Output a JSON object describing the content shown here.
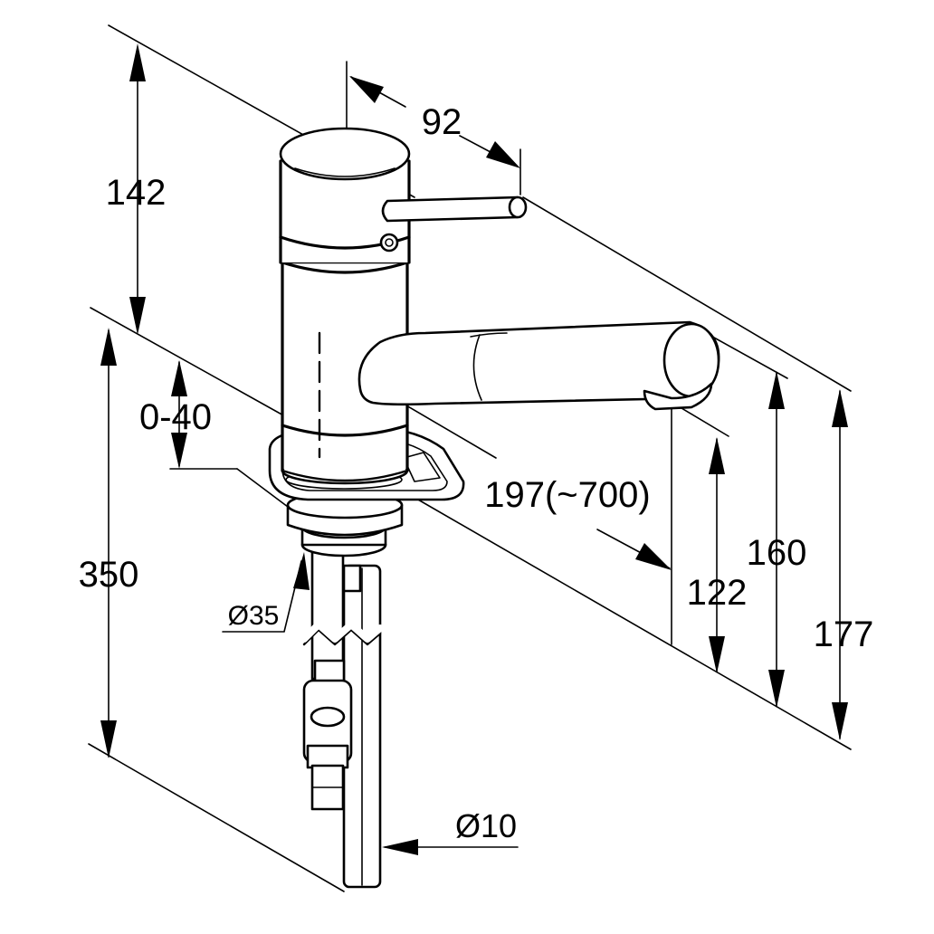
{
  "diagram": {
    "dimensions": {
      "lever_reach": "92",
      "body_height": "142",
      "adjust_range": "0-40",
      "spout_reach": "197(~700)",
      "hose_length": "350",
      "hole_diameter": "Ø35",
      "spout_outlet_height": "122",
      "spout_top_height": "160",
      "overall_height": "177",
      "pipe_diameter": "Ø10"
    }
  }
}
